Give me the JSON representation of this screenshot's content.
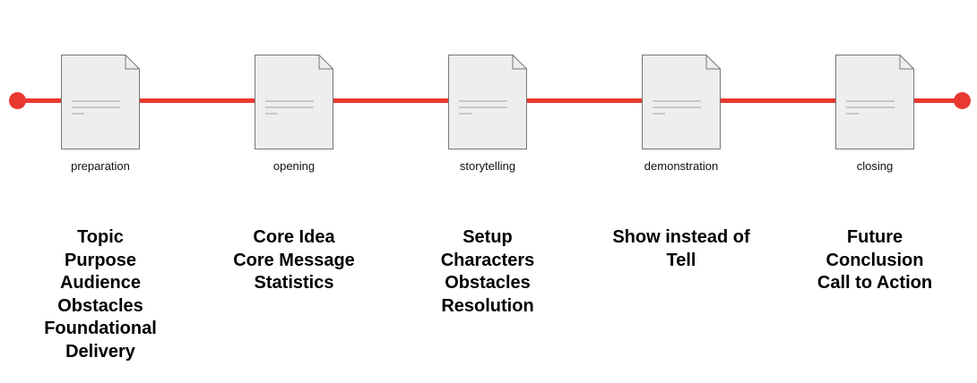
{
  "colors": {
    "line": "#e8382f",
    "document_fill": "#eeeeee",
    "document_stroke": "#777777",
    "document_text_lines": "#bbbbbb"
  },
  "stages": [
    {
      "label": "preparation",
      "icon": "document-icon",
      "details": [
        "Topic",
        "Purpose",
        "Audience",
        "Obstacles",
        "Foundational",
        "Delivery"
      ]
    },
    {
      "label": "opening",
      "icon": "document-icon",
      "details": [
        "Core Idea",
        "Core Message",
        "Statistics"
      ]
    },
    {
      "label": "storytelling",
      "icon": "document-icon",
      "details": [
        "Setup",
        "Characters",
        "Obstacles",
        "Resolution"
      ]
    },
    {
      "label": "demonstration",
      "icon": "document-icon",
      "details": [
        "Show instead of",
        "Tell"
      ]
    },
    {
      "label": "closing",
      "icon": "document-icon",
      "details": [
        "Future",
        "Conclusion",
        "Call to Action"
      ]
    }
  ]
}
